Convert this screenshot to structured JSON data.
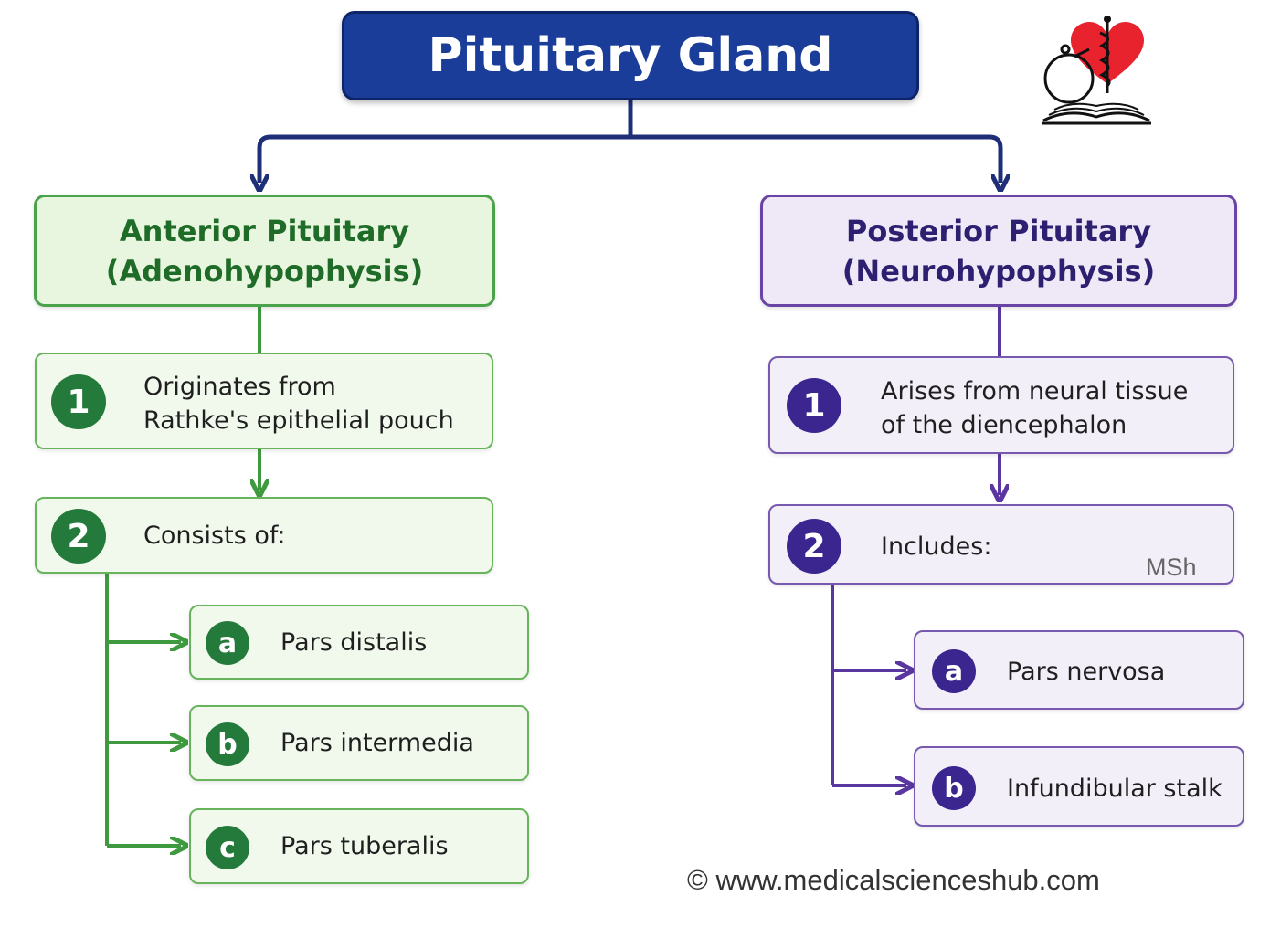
{
  "title": "Pituitary Gland",
  "anterior": {
    "heading_line1": "Anterior Pituitary",
    "heading_line2": "(Adenohypophysis)",
    "step1": {
      "badge": "1",
      "line1": "Originates from",
      "line2": "Rathke's epithelial pouch"
    },
    "step2": {
      "badge": "2",
      "text": "Consists of:"
    },
    "items": [
      {
        "badge": "a",
        "text": "Pars distalis"
      },
      {
        "badge": "b",
        "text": "Pars intermedia"
      },
      {
        "badge": "c",
        "text": "Pars tuberalis"
      }
    ]
  },
  "posterior": {
    "heading_line1": "Posterior Pituitary",
    "heading_line2": "(Neurohypophysis)",
    "step1": {
      "badge": "1",
      "line1": "Arises from neural tissue",
      "line2": "of the diencephalon"
    },
    "step2": {
      "badge": "2",
      "text": "Includes:"
    },
    "items": [
      {
        "badge": "a",
        "text": "Pars nervosa"
      },
      {
        "badge": "b",
        "text": "Infundibular stalk"
      }
    ]
  },
  "watermark": "MSh",
  "footer": "© www.medicalscienceshub.com",
  "colors": {
    "title_bg": "#1b3d9a",
    "green_accent": "#4aa24a",
    "green_dark": "#237a3a",
    "purple_accent": "#6a44a4",
    "purple_dark": "#3b2690",
    "logo_heart": "#e8232e"
  },
  "logo_icon": "heart-caduceus-stethoscope-book-icon"
}
